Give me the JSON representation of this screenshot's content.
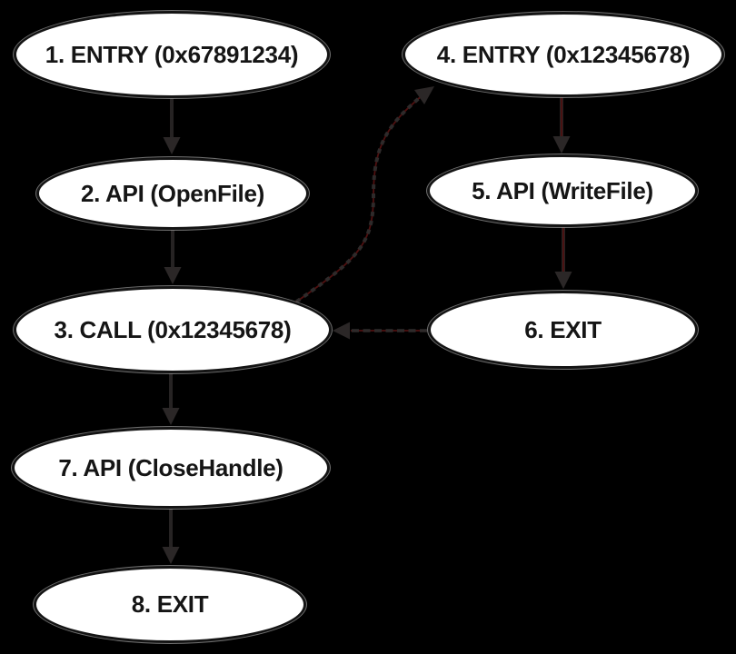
{
  "diagram": {
    "type": "control-flow-graph",
    "background_color": "#000000",
    "node_fill": "#ffffff",
    "node_text_color": "#151515",
    "edge_color": "#262323",
    "highlight_core_color": "#4f1010",
    "nodes": [
      {
        "id": "1",
        "label": "1. ENTRY (0x67891234)"
      },
      {
        "id": "2",
        "label": "2. API (OpenFile)"
      },
      {
        "id": "3",
        "label": "3. CALL (0x12345678)"
      },
      {
        "id": "4",
        "label": "4. ENTRY (0x12345678)"
      },
      {
        "id": "5",
        "label": "5. API (WriteFile)"
      },
      {
        "id": "6",
        "label": "6. EXIT"
      },
      {
        "id": "7",
        "label": "7. API (CloseHandle)"
      },
      {
        "id": "8",
        "label": "8. EXIT"
      }
    ],
    "edges": [
      {
        "from": "1",
        "to": "2",
        "style": "solid"
      },
      {
        "from": "2",
        "to": "3",
        "style": "solid"
      },
      {
        "from": "3",
        "to": "7",
        "style": "solid"
      },
      {
        "from": "7",
        "to": "8",
        "style": "solid"
      },
      {
        "from": "4",
        "to": "5",
        "style": "solid-red-core"
      },
      {
        "from": "5",
        "to": "6",
        "style": "solid-red-core"
      },
      {
        "from": "3",
        "to": "4",
        "style": "dotted"
      },
      {
        "from": "6",
        "to": "3",
        "style": "dashed"
      }
    ]
  }
}
